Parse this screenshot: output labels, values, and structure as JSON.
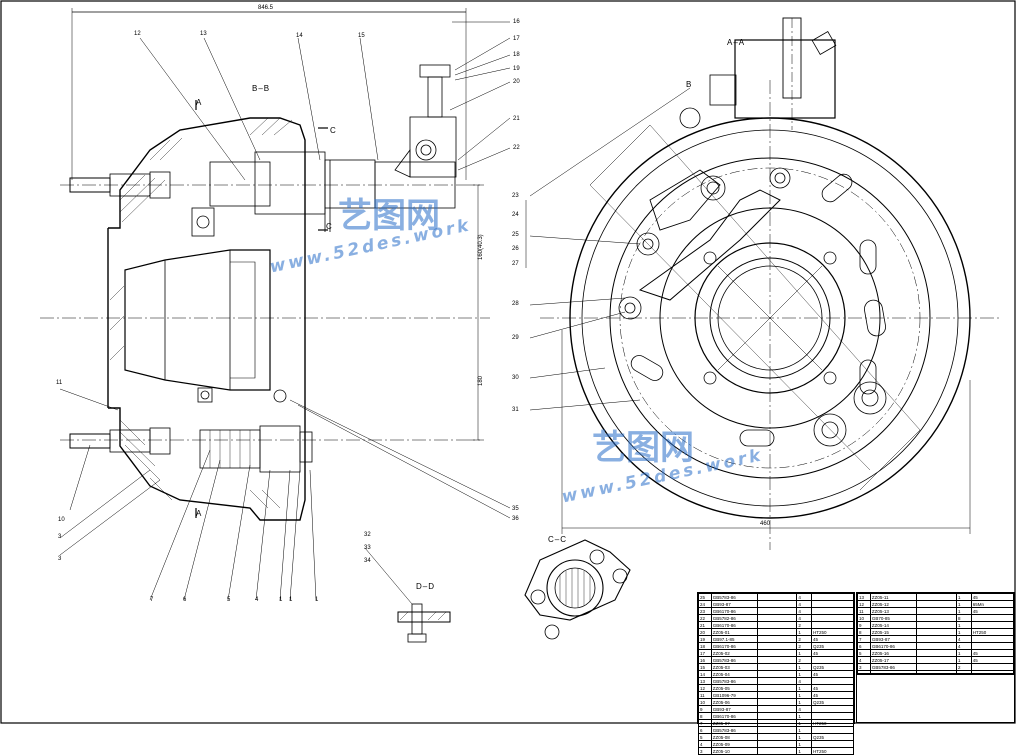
{
  "view_titles": {
    "section_bb": "B–B",
    "section_aa": "A–A",
    "section_cc": "C–C",
    "section_dd": "D–D",
    "mark_b_top": "A",
    "mark_b_bottom": "A",
    "mark_c_top": "C",
    "mark_c_bottom": "C",
    "mark_b_right": "B"
  },
  "dimensions": {
    "overall_length": "846.5",
    "hole_spacing": "180",
    "bore_dia": "160(40.3)",
    "aa_width": "460"
  },
  "balloons": {
    "top": [
      "12",
      "13",
      "14",
      "15"
    ],
    "right_stack": [
      "16",
      "17",
      "18",
      "19",
      "20",
      "21",
      "22"
    ],
    "aa_left": [
      "23",
      "24",
      "25",
      "26",
      "27",
      "28",
      "29",
      "30",
      "31"
    ],
    "left": [
      "11",
      "10",
      "3",
      "3"
    ],
    "bottom": [
      "7",
      "6",
      "5",
      "4",
      "1",
      "1",
      "1"
    ],
    "mid": [
      "35",
      "36"
    ],
    "dd_stack": [
      "32",
      "33",
      "34"
    ]
  },
  "watermark": {
    "logo": "艺图网",
    "url": "www.52des.work"
  },
  "parts_list_left": [
    [
      "25",
      "GB5783-86",
      "",
      "4",
      ""
    ],
    [
      "24",
      "GB93-87",
      "",
      "4",
      ""
    ],
    [
      "23",
      "GB6170-86",
      "",
      "4",
      ""
    ],
    [
      "22",
      "GB5782-86",
      "",
      "4",
      ""
    ],
    [
      "21",
      "GB6170-86",
      "",
      "2",
      ""
    ],
    [
      "20",
      "ZZ05-01",
      "",
      "1",
      "HT250"
    ],
    [
      "19",
      "GB97.1-85",
      "",
      "2",
      "45"
    ],
    [
      "18",
      "GB6170-86",
      "",
      "2",
      "Q235"
    ],
    [
      "17",
      "ZZ05-02",
      "",
      "1",
      "45"
    ],
    [
      "16",
      "GB5783-86",
      "",
      "2",
      ""
    ],
    [
      "15",
      "ZZ05-03",
      "",
      "1",
      "Q235"
    ],
    [
      "14",
      "ZZ05-04",
      "",
      "1",
      "45"
    ],
    [
      "13",
      "GB5783-86",
      "",
      "4",
      ""
    ],
    [
      "12",
      "ZZ05-05",
      "",
      "1",
      "45"
    ],
    [
      "11",
      "GB1096-79",
      "",
      "1",
      "45"
    ],
    [
      "10",
      "ZZ05-06",
      "",
      "1",
      "Q235"
    ],
    [
      "9",
      "GB93-87",
      "",
      "4",
      ""
    ],
    [
      "8",
      "GB6170-86",
      "",
      "1",
      ""
    ],
    [
      "7",
      "ZZ05-07",
      "",
      "1",
      "HT250"
    ],
    [
      "6",
      "GB5783-86",
      "",
      "1",
      ""
    ],
    [
      "5",
      "ZZ05-08",
      "",
      "1",
      "Q235"
    ],
    [
      "4",
      "ZZ05-09",
      "",
      "1",
      ""
    ],
    [
      "3",
      "ZZ05-10",
      "",
      "1",
      "HT250"
    ]
  ],
  "parts_list_right": [
    [
      "13",
      "ZZ05-11",
      "",
      "1",
      "45"
    ],
    [
      "12",
      "ZZ05-12",
      "",
      "1",
      "65Mn"
    ],
    [
      "11",
      "ZZ05-13",
      "",
      "1",
      "45"
    ],
    [
      "10",
      "GB70-85",
      "",
      "8",
      ""
    ],
    [
      "9",
      "ZZ05-14",
      "",
      "1",
      ""
    ],
    [
      "8",
      "ZZ05-15",
      "",
      "1",
      "HT250"
    ],
    [
      "7",
      "GB93-87",
      "",
      "4",
      ""
    ],
    [
      "6",
      "GB6170-86",
      "",
      "4",
      ""
    ],
    [
      "5",
      "ZZ05-16",
      "",
      "1",
      "45"
    ],
    [
      "4",
      "ZZ05-17",
      "",
      "1",
      "45"
    ],
    [
      "3",
      "GB5783-86",
      "",
      "2",
      ""
    ],
    [
      "2",
      "GB97.1-85",
      "",
      "2",
      ""
    ],
    [
      "1",
      "ZZ05-18",
      "",
      "1",
      ""
    ]
  ]
}
